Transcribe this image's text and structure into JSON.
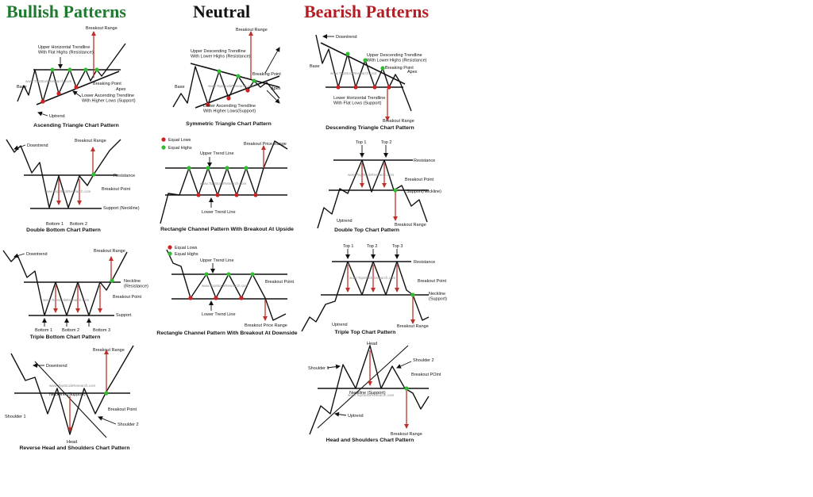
{
  "headers": [
    {
      "text": "Bullish Patterns",
      "color": "#1e7a2e"
    },
    {
      "text": "Neutral",
      "color": "#111111"
    },
    {
      "text": "Bearish Patterns",
      "color": "#b21e24"
    }
  ],
  "colors": {
    "line": "#111111",
    "arrow_red": "#c0302a",
    "low_dot": "#cc2222",
    "high_dot": "#33bb33"
  },
  "watermark": "www.TopStockResearch.com",
  "panels": {
    "ascending_triangle": {
      "title": "Ascending Triangle Chart Pattern",
      "labels": [
        "Breakout Range",
        "Upper Horizontal Trendline With Flat Highs (Resistance)",
        "Base",
        "Breaking Point",
        "Apex",
        "Lower Ascending Trendline With Higher Lows (Support)",
        "Uptrend"
      ]
    },
    "symmetric_triangle": {
      "title": "Symmetric Triangle Chart Pattern",
      "labels": [
        "Breakout Range",
        "Upper Descending Trendline With Lower Highs (Resistance)",
        "Base",
        "Breaking Point",
        "Apex",
        "Lower Ascending Trendline With Higher Lows(Support)"
      ]
    },
    "descending_triangle": {
      "title": "Descending Triangle Chart Pattern",
      "labels": [
        "Downtrend",
        "Upper Descending Trendline With Lower Highs (Resistance)",
        "Base",
        "Breaking Point",
        "Apex",
        "Lower Horizontal Trendline With Flat Lows (Support)",
        "Breakout Range"
      ]
    },
    "double_bottom": {
      "title": "Double Bottom Chart Pattern",
      "labels": [
        "Downtrend",
        "Breakout Range",
        "Resistance",
        "Breakout Point",
        "Support (Neckline)",
        "Bottom 1",
        "Bottom 2"
      ]
    },
    "rectangle_upside": {
      "title": "Rectangle Channel Pattern With Breakout At Upside",
      "labels": [
        "Equal Lows",
        "Equal Highs",
        "Upper Trend Line",
        "Breakout Price Range",
        "Lower Trend Line"
      ]
    },
    "double_top": {
      "title": "Double Top Chart Pattern",
      "labels": [
        "Top 1",
        "Top 2",
        "Resistance",
        "Breakout Point",
        "Support(Neckline)",
        "Uptrend",
        "Breakout Range"
      ]
    },
    "triple_bottom": {
      "title": "Triple Bottom Chart Pattern",
      "labels": [
        "Downtrend",
        "Breakout Range",
        "Neckline (Resistance)",
        "Breakout Point",
        "Support",
        "Bottom 1",
        "Bottom 2",
        "Bottom 3"
      ]
    },
    "rectangle_downside": {
      "title": "Rectangle Channel Pattern With Breakout At Downside",
      "labels": [
        "Equal Lows",
        "Equal Highs",
        "Upper Trend Line",
        "Breakout Point",
        "Lower Trend Line",
        "Breakout Price Range"
      ]
    },
    "triple_top": {
      "title": "Triple Top Chart Pattern",
      "labels": [
        "Top 1",
        "Top 2",
        "Top 3",
        "Resistance",
        "Breakout Point",
        "Neckline (Support)",
        "Uptrend",
        "Breakout Range"
      ]
    },
    "reverse_head_shoulders": {
      "title": "Reverse Head and Shoulders Chart Pattern",
      "labels": [
        "Breakout Range",
        "Downtrend",
        "Neckline (Support)",
        "Shoulder 1",
        "Breakout Point",
        "Shoulder 2",
        "Head"
      ]
    },
    "head_shoulders": {
      "title": "Head and Shoulders Chart Pattern",
      "labels": [
        "Head",
        "Shoulder 1",
        "Shoulder 2",
        "Breakout POint",
        "Neckline (Support)",
        "Uptrend",
        "Breakout Range"
      ]
    }
  }
}
